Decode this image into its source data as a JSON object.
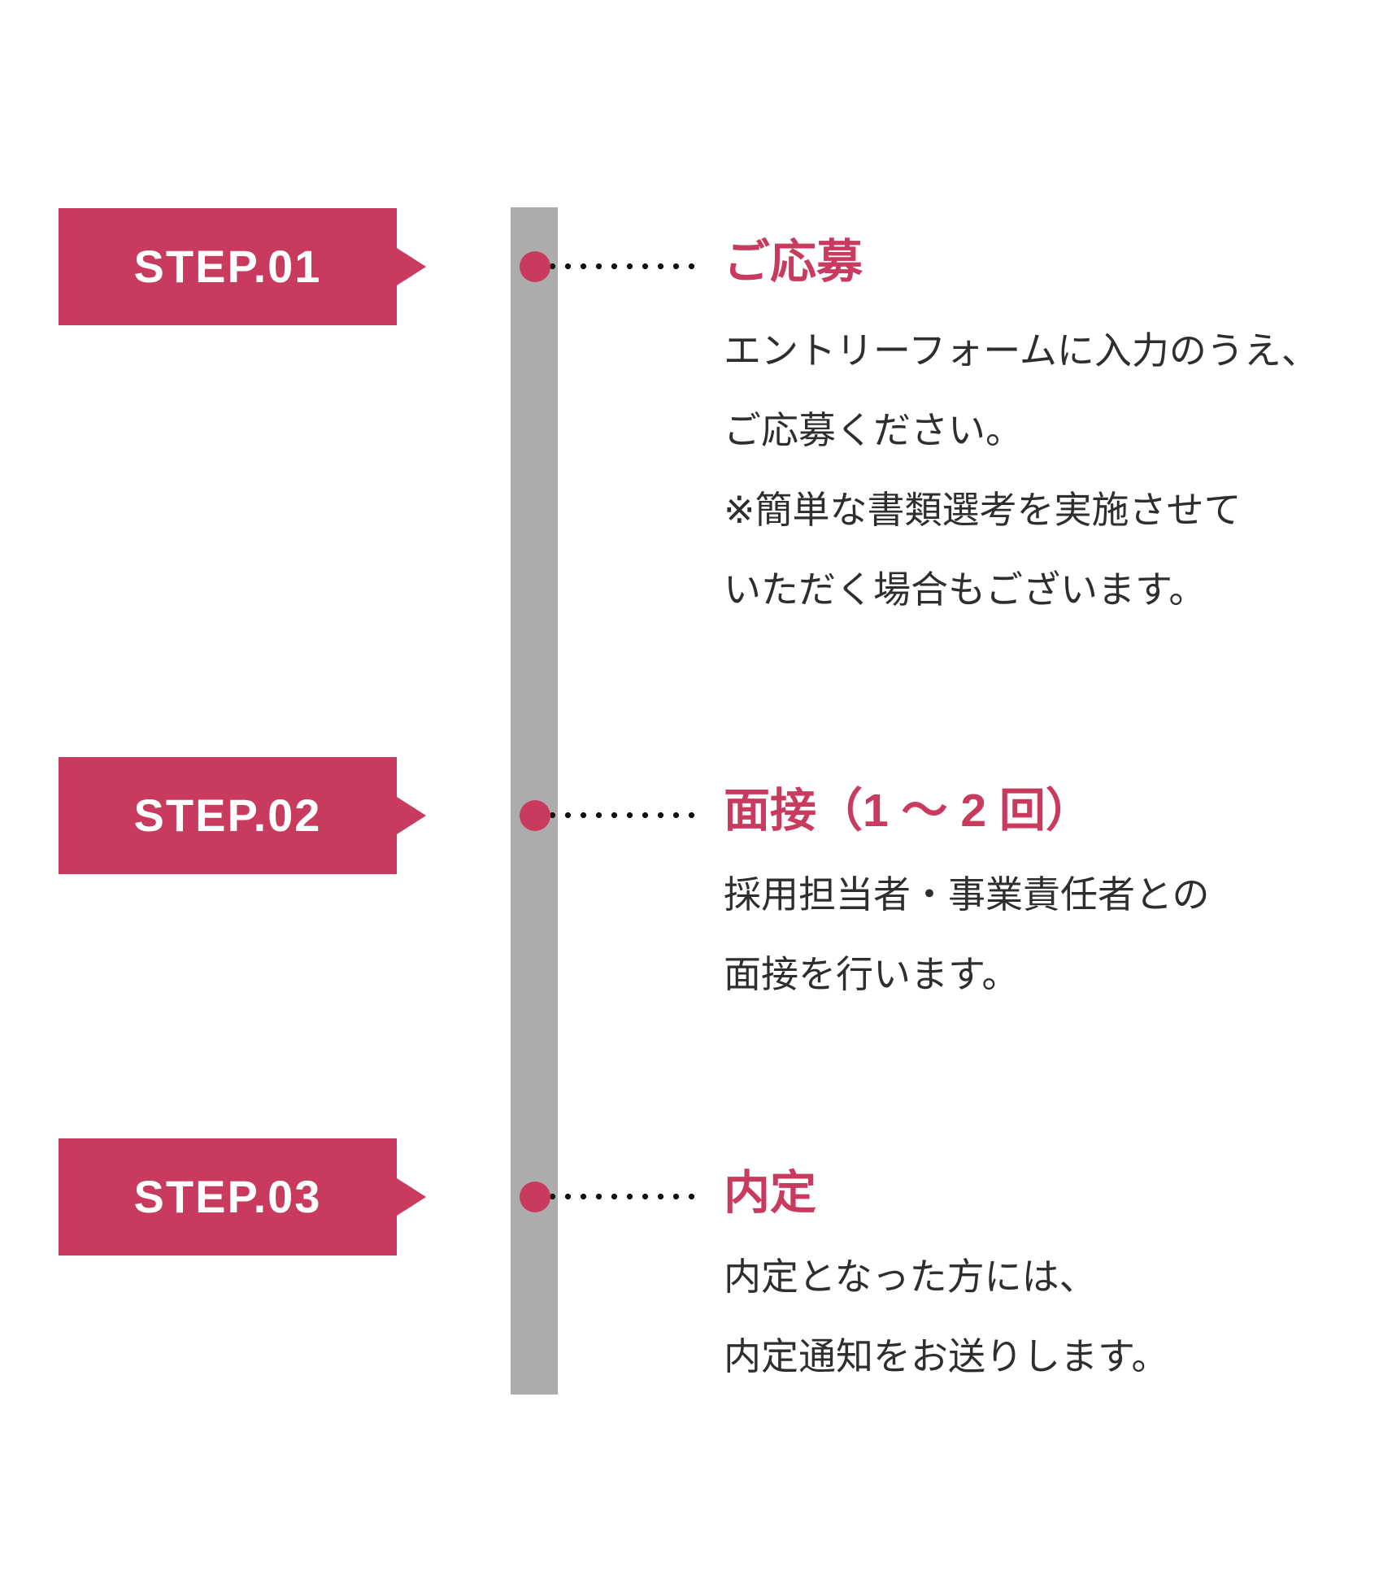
{
  "colors": {
    "accent_pink": "#C93A5F",
    "bar_gray": "#ACACAC",
    "leader_black": "#111111",
    "body_text": "#2E2E2E",
    "badge_text": "#FFFFFF",
    "background": "#FFFFFF"
  },
  "timeline": {
    "steps": [
      {
        "badge": "STEP.01",
        "title": "ご応募",
        "body_lines": [
          "エントリーフォームに入力のうえ、",
          "ご応募ください。",
          "※簡単な書類選考を実施させて",
          "いただく場合もございます。"
        ]
      },
      {
        "badge": "STEP.02",
        "title": "面接（1 ～ 2 回）",
        "body_lines": [
          "採用担当者・事業責任者との",
          "面接を行います。"
        ]
      },
      {
        "badge": "STEP.03",
        "title": "内定",
        "body_lines": [
          "内定となった方には、",
          "内定通知をお送りします。"
        ]
      }
    ]
  }
}
